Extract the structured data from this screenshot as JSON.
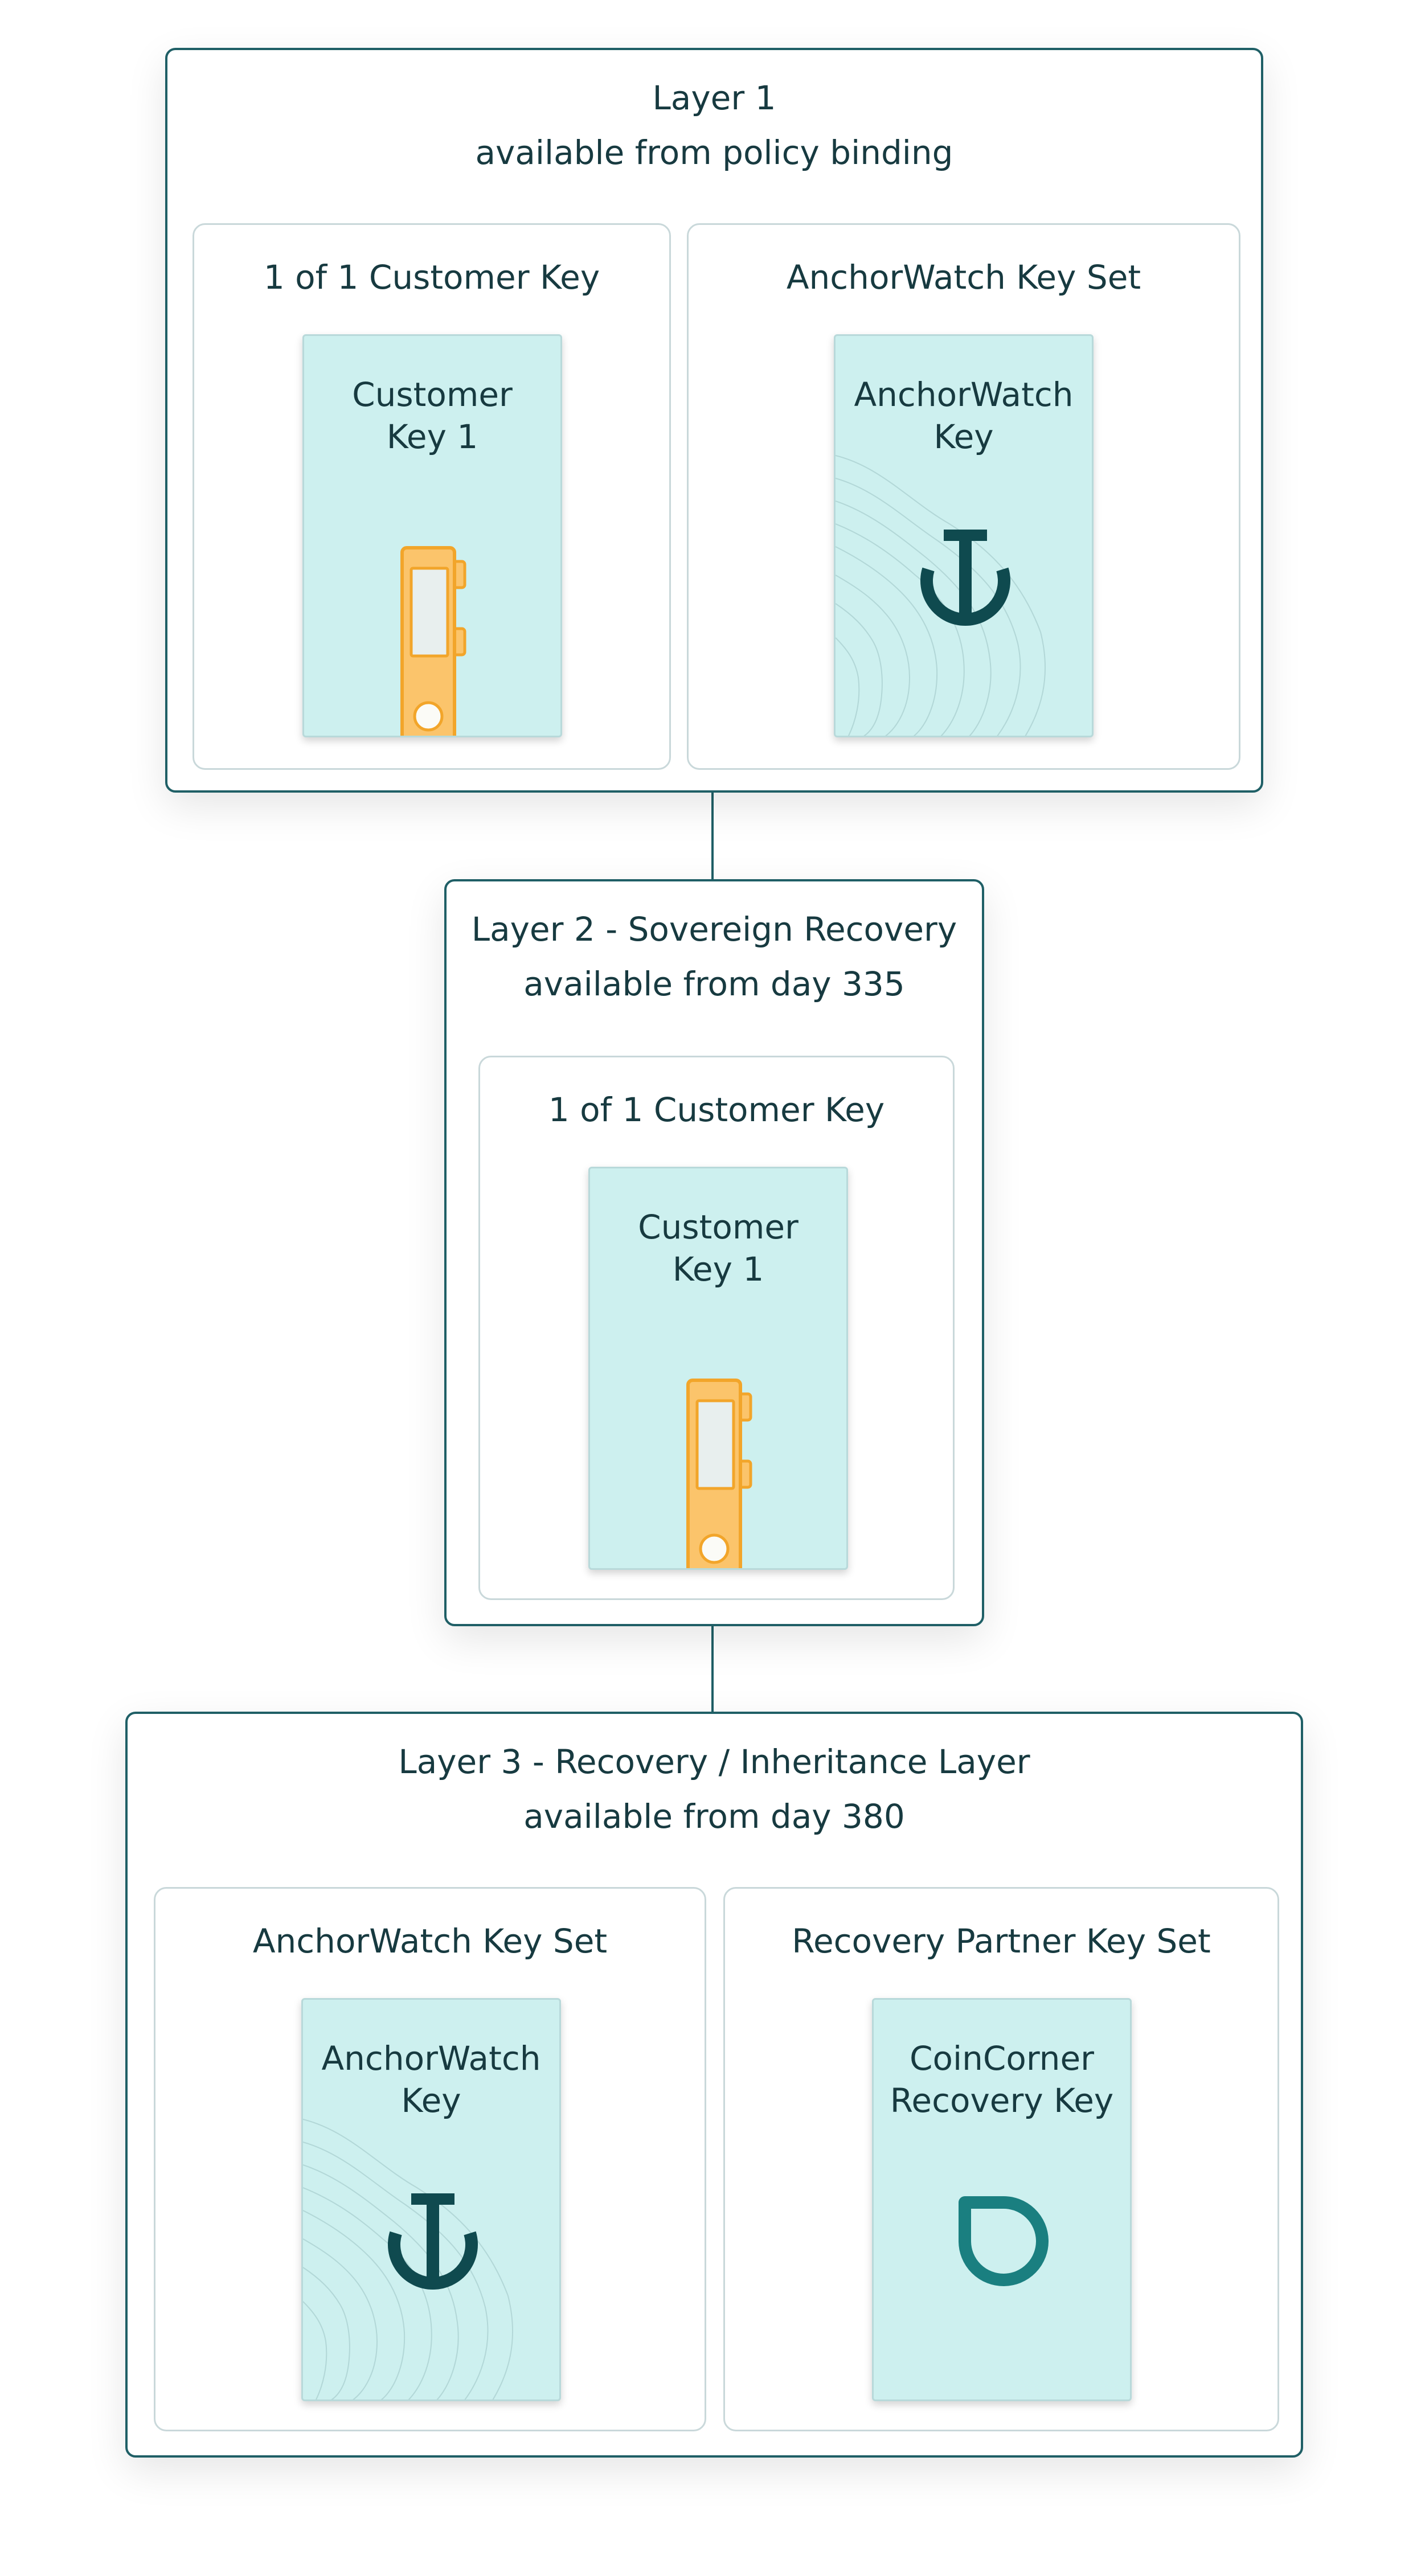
{
  "layers": [
    {
      "line1": "Layer 1",
      "line2": "available from policy binding",
      "sets": [
        {
          "title": "1 of 1 Customer Key",
          "key": {
            "label": "Customer\nKey 1",
            "icon": "hardware-wallet-icon"
          }
        },
        {
          "title": "AnchorWatch Key Set",
          "key": {
            "label": "AnchorWatch\nKey",
            "icon": "anchorwatch-logo-icon"
          }
        }
      ]
    },
    {
      "line1": "Layer 2 -  Sovereign Recovery",
      "line2": "available from day 335",
      "sets": [
        {
          "title": "1 of 1 Customer Key",
          "key": {
            "label": "Customer\nKey 1",
            "icon": "hardware-wallet-icon"
          }
        }
      ]
    },
    {
      "line1": "Layer 3 -  Recovery / Inheritance Layer",
      "line2": "available from day 380",
      "sets": [
        {
          "title": "AnchorWatch Key Set",
          "key": {
            "label": "AnchorWatch\nKey",
            "icon": "anchorwatch-logo-icon"
          }
        },
        {
          "title": "Recovery Partner Key Set",
          "key": {
            "label": "CoinCorner\nRecovery Key",
            "icon": "coincorner-logo-icon"
          }
        }
      ]
    }
  ],
  "colors": {
    "border": "#1f5f66",
    "card_fill": "#cdf0ef",
    "device_fill": "#fbc46b",
    "device_stroke": "#f2a52a",
    "anchor": "#0f4a4f",
    "coincorner": "#1a7f80"
  }
}
